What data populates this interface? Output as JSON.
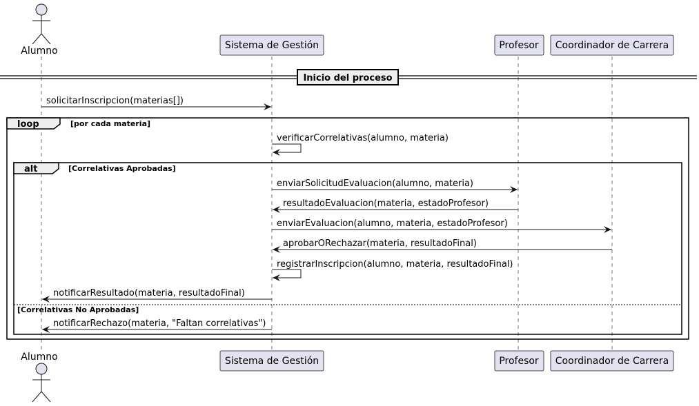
{
  "colors": {
    "participant_fill": "#e2e2f0",
    "stroke": "#181818",
    "background": "#ffffff"
  },
  "participants": {
    "alumno": "Alumno",
    "sistema": "Sistema de Gestión",
    "profesor": "Profesor",
    "coordinador": "Coordinador de Carrera"
  },
  "divider": "Inicio del proceso",
  "loop": {
    "keyword": "loop",
    "guard": "[por cada materia]"
  },
  "alt": {
    "keyword": "alt",
    "guard_1": "[Correlativas Aprobadas]",
    "guard_2": "[Correlativas No Aprobadas]"
  },
  "messages": {
    "m1": "solicitarInscripcion(materias[])",
    "m2": "verificarCorrelativas(alumno, materia)",
    "m3": "enviarSolicitudEvaluacion(alumno, materia)",
    "m4": "resultadoEvaluacion(materia, estadoProfesor)",
    "m5": "enviarEvaluacion(alumno, materia, estadoProfesor)",
    "m6": "aprobarORechazar(materia, resultadoFinal)",
    "m7": "registrarInscripcion(alumno, materia, resultadoFinal)",
    "m8": "notificarResultado(materia, resultadoFinal)",
    "m9": "notificarRechazo(materia, \"Faltan correlativas\")"
  }
}
